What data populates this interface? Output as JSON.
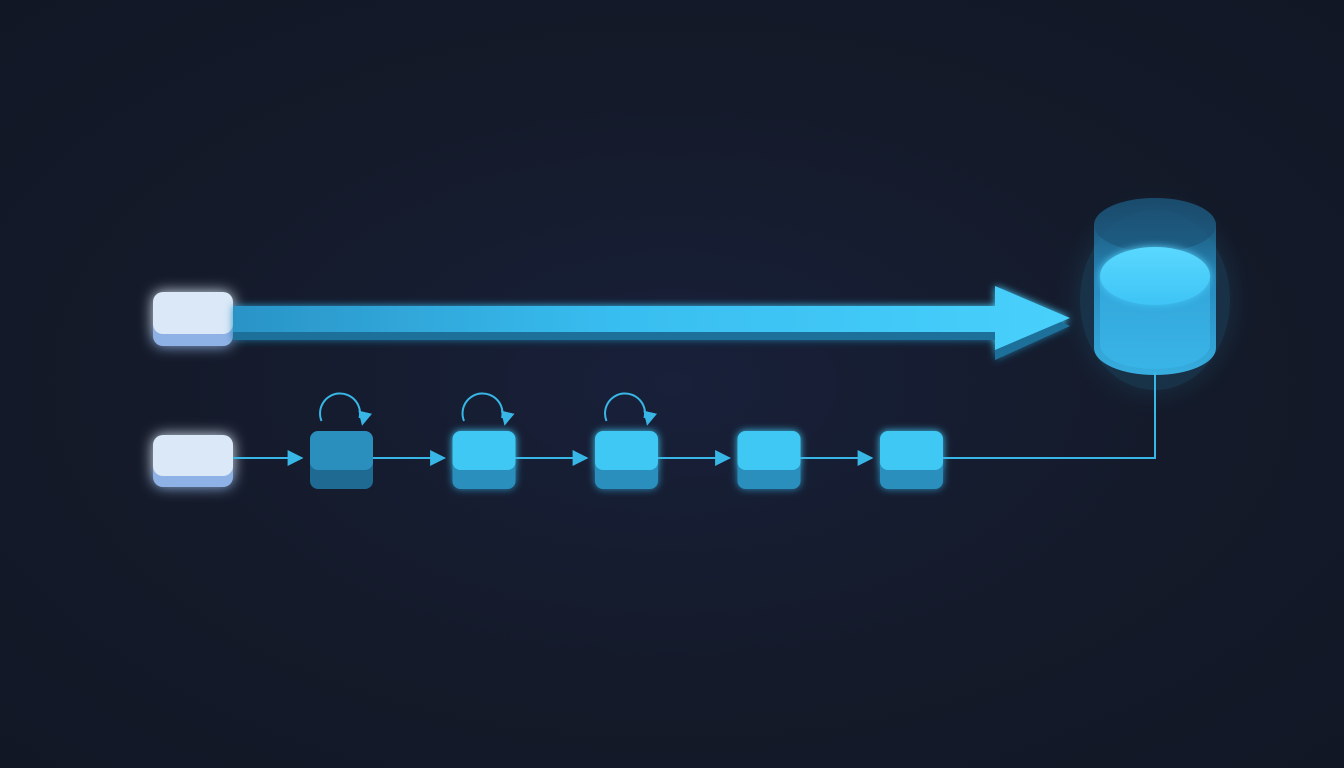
{
  "colors": {
    "background": "#141a29",
    "accent": "#3fc8f4",
    "accent_deep": "#2b9ccb",
    "block_dark": "#2b8fbd",
    "source_light": "#dbe8f7",
    "source_shadow": "#8fb2e6",
    "line": "#38b6e6"
  },
  "diagram": {
    "direct_path": {
      "source_icon": "source-block",
      "arrow_icon": "wide-arrow",
      "target_icon": "database-cylinder"
    },
    "stepwise_path": {
      "source_icon": "source-block",
      "steps": [
        {
          "kind": "retry",
          "icon": "block-with-loop",
          "shade": "dark"
        },
        {
          "kind": "retry",
          "icon": "block-with-loop",
          "shade": "bright"
        },
        {
          "kind": "retry",
          "icon": "block-with-loop",
          "shade": "bright"
        },
        {
          "kind": "plain",
          "icon": "block",
          "shade": "bright"
        },
        {
          "kind": "plain",
          "icon": "block",
          "shade": "bright"
        }
      ],
      "connector_icon": "elbow-connector"
    }
  }
}
